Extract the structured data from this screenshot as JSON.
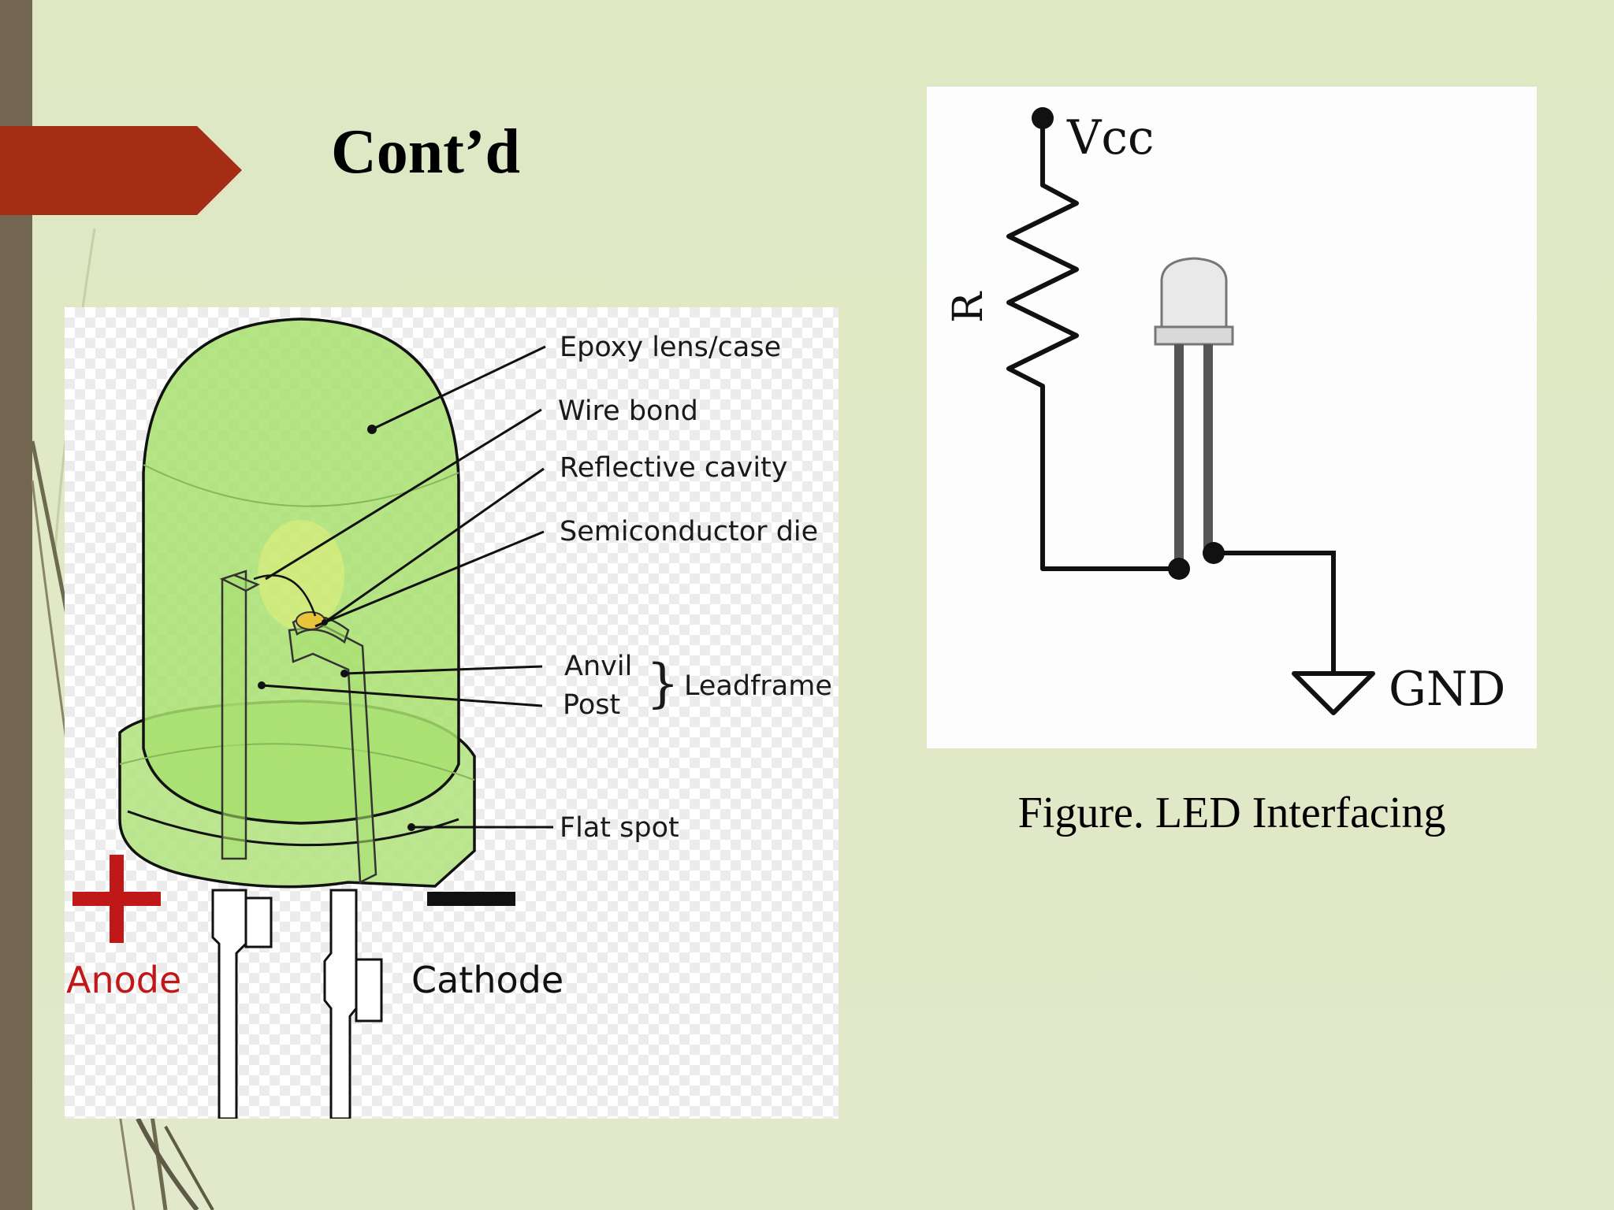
{
  "slide": {
    "title": "Cont’d"
  },
  "led_diagram": {
    "labels": {
      "epoxy": "Epoxy lens/case",
      "wire_bond": "Wire bond",
      "reflective_cavity": "Reflective cavity",
      "semiconductor_die": "Semiconductor die",
      "anvil": "Anvil",
      "post": "Post",
      "leadframe": "Leadframe",
      "flat_spot": "Flat spot",
      "anode": "Anode",
      "cathode": "Cathode"
    },
    "colors": {
      "body": "#a8e070",
      "anode": "#c01818",
      "outline": "#111111"
    }
  },
  "circuit": {
    "labels": {
      "vcc": "Vcc",
      "resistor": "R",
      "gnd": "GND"
    }
  },
  "figure": {
    "caption": "Figure. LED Interfacing"
  },
  "theme": {
    "background": "#e0e8c6",
    "sidebar": "#736752",
    "accent": "#a52d14"
  }
}
